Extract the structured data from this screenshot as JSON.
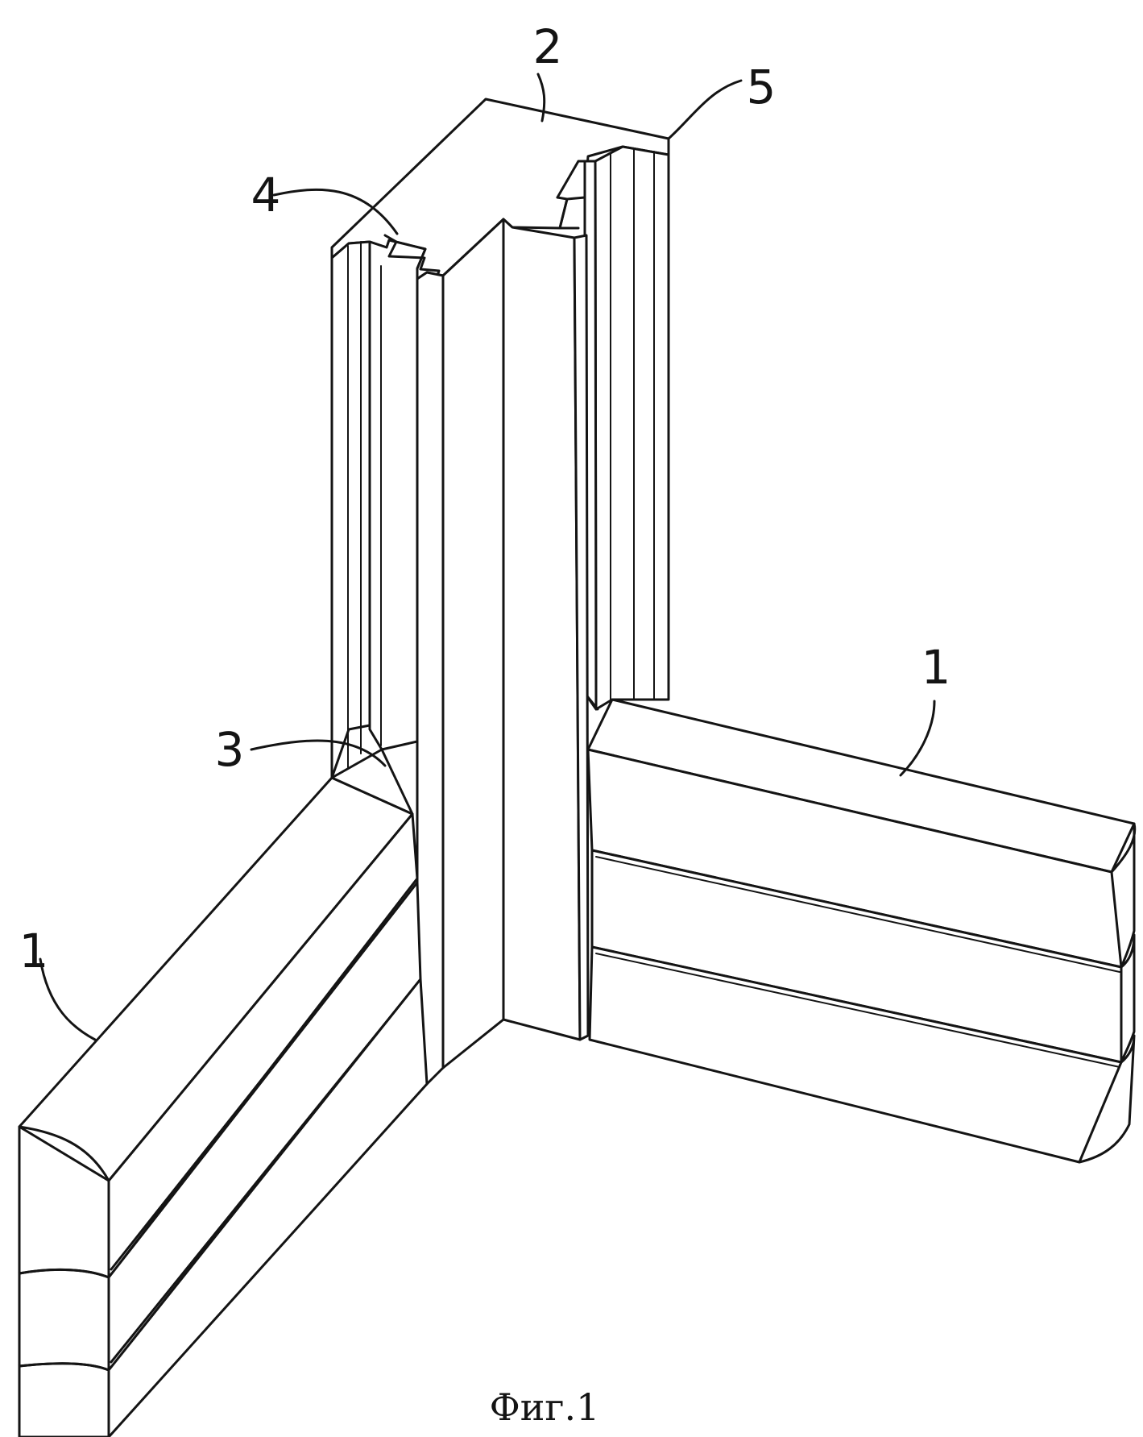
{
  "figure": {
    "caption": "Фиг.1",
    "labels": {
      "log_left": "1",
      "log_right": "1",
      "post": "2",
      "groove_lower": "3",
      "groove_upper": "4",
      "strip": "5"
    }
  }
}
